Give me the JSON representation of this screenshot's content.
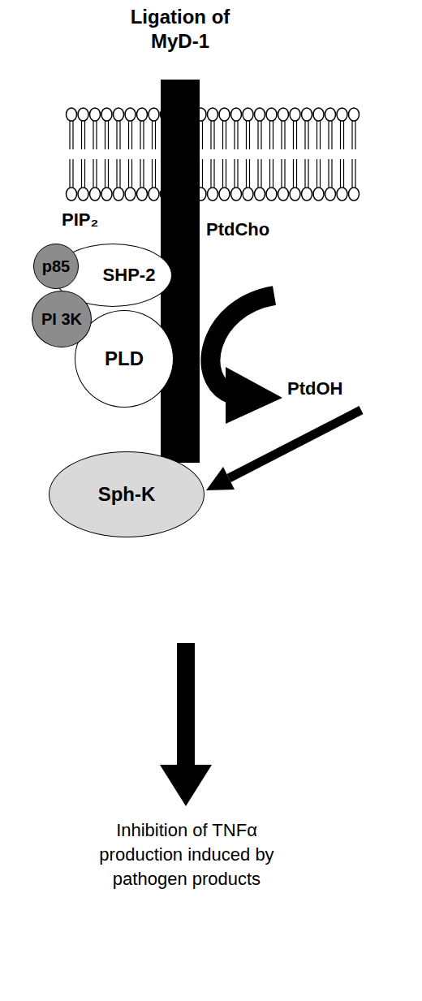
{
  "diagram": {
    "title": "Ligation of MyD-1",
    "nodes": [
      {
        "text": [
          "p85"
        ]
      },
      {
        "text": [
          "SHP-2"
        ]
      },
      {
        "text": [
          "PI 3K"
        ]
      },
      {
        "text": [
          "PLD"
        ]
      },
      {
        "text": [
          "Sph-K"
        ]
      }
    ],
    "labels": [
      "PIP₂",
      "PtdCho",
      "PtdOH",
      "Inhibition of TNFα production induced by pathogen products"
    ]
  }
}
